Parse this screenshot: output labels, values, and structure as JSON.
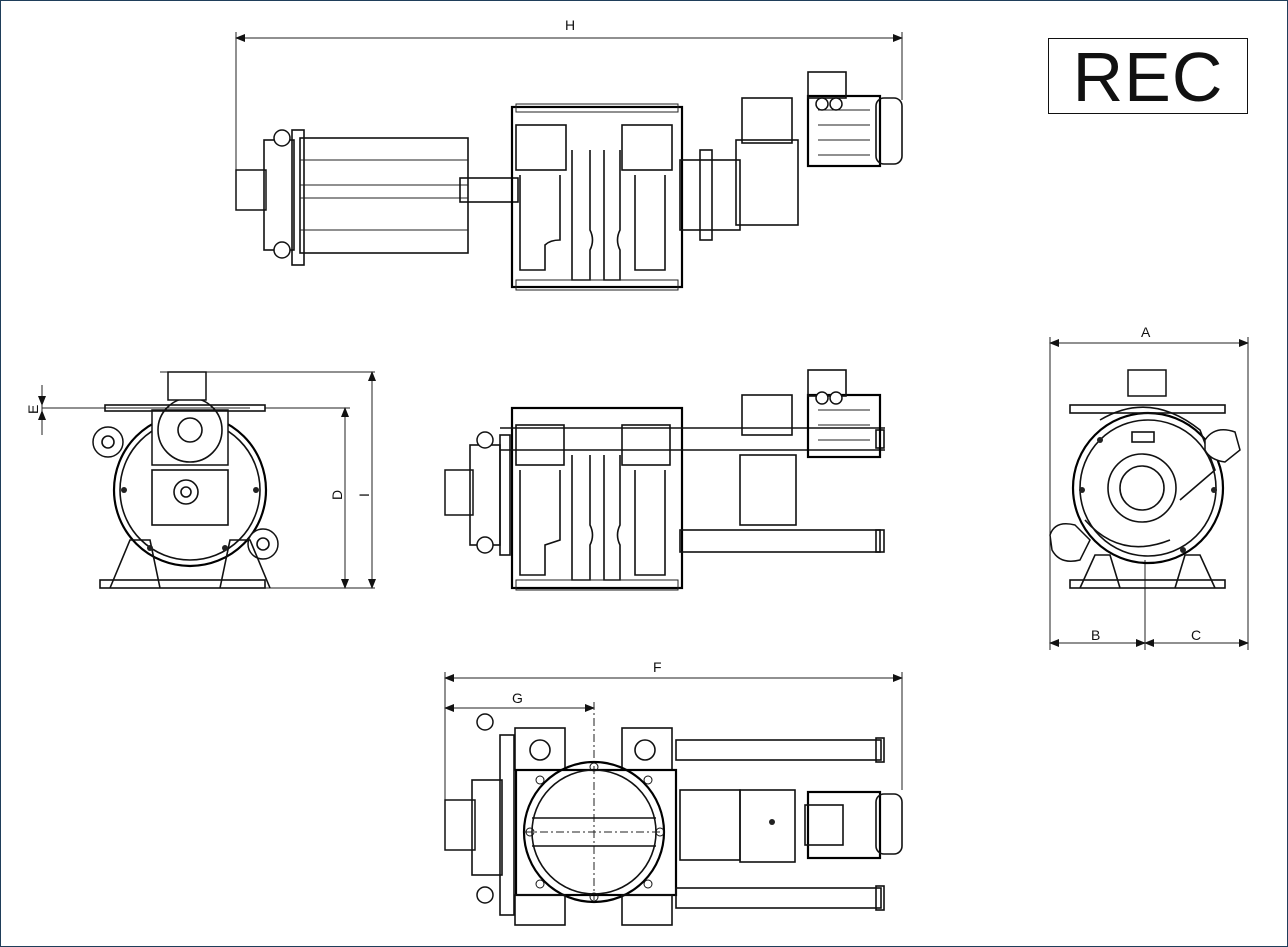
{
  "logo_text": "REC",
  "dimensions": {
    "A": "A",
    "B": "B",
    "C": "C",
    "D": "D",
    "E": "E",
    "F": "F",
    "G": "G",
    "H": "H",
    "I": "I"
  },
  "colors": {
    "frame": "#1f3e5a",
    "line": "#111111"
  }
}
